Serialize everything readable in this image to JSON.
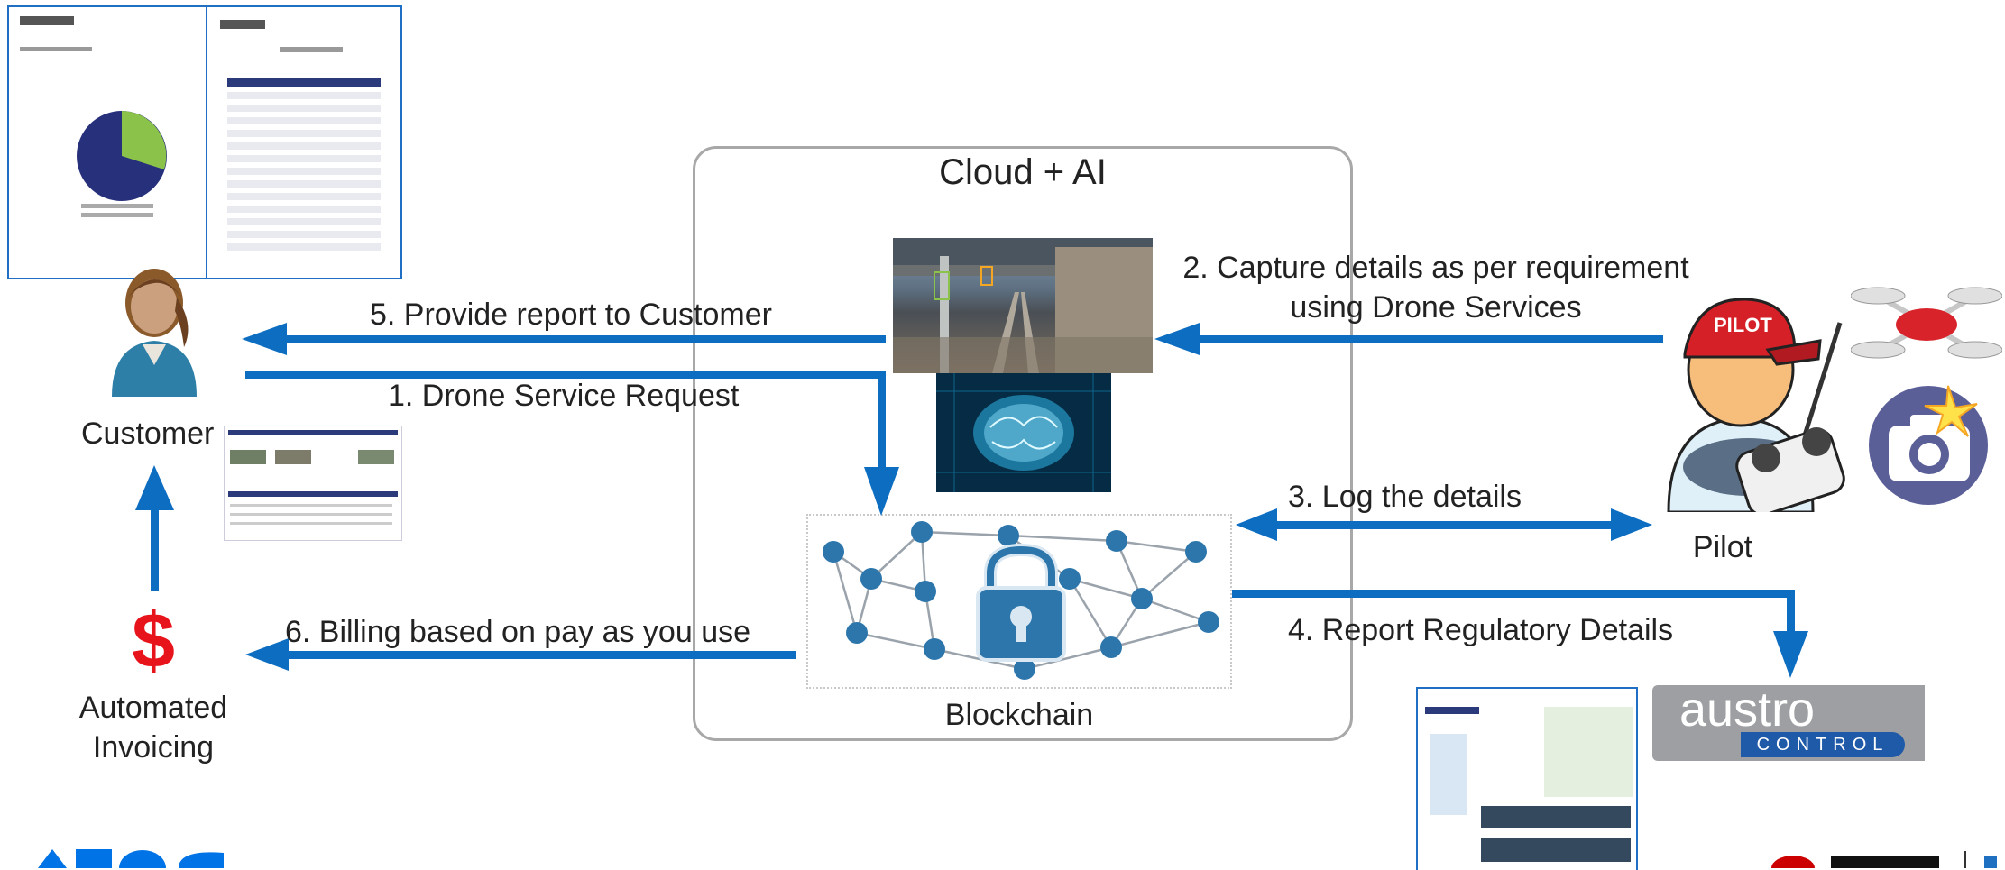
{
  "cloud": {
    "title": "Cloud + AI"
  },
  "blockchain": {
    "label": "Blockchain"
  },
  "actors": {
    "customer": "Customer",
    "pilot": "Pilot",
    "pilot_cap": "PILOT",
    "invoicing_symbol": "$",
    "invoicing_line1": "Automated",
    "invoicing_line2": "Invoicing",
    "austro_top": "austro",
    "austro_bottom": "CONTROL"
  },
  "steps": {
    "s1": "1. Drone Service Request",
    "s2_line1": "2. Capture details as per requirement",
    "s2_line2": "using Drone Services",
    "s3": "3. Log the details",
    "s4": "4. Report Regulatory Details",
    "s5": "5. Provide report to Customer",
    "s6": "6. Billing based on pay as you use"
  },
  "colors": {
    "arrow": "#0d6ec1",
    "cloud_border": "#a8a8a8",
    "dollar": "#e8141b",
    "austro_bg": "#9d9fa2",
    "austro_band": "#1f5aa8"
  }
}
